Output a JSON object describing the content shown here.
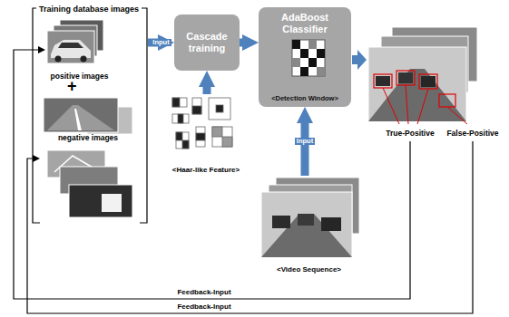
{
  "diagram": {
    "nodes": [
      {
        "text": [
          "Training database images"
        ]
      },
      {
        "text": [
          "positive images"
        ],
        "in": 0
      },
      {
        "text": [
          "negative images"
        ],
        "in": 0
      },
      {
        "text": [
          "Cascade training"
        ]
      },
      {
        "text": [
          "AdaBoost Classifier",
          "<Detection Window>"
        ]
      },
      {
        "text": [
          "<Haar-like Feature>"
        ]
      },
      {
        "text": [
          "<Video Sequence>"
        ]
      },
      {
        "text": [
          "True-Positive"
        ]
      },
      {
        "text": [
          "False-Positive"
        ]
      }
    ],
    "edges": [
      {
        "from": 0,
        "to": 3,
        "label": "Input",
        "arrow": "to"
      },
      {
        "from": 3,
        "to": 4,
        "arrow": "to"
      },
      {
        "from": 5,
        "to": 3,
        "arrow": "to"
      },
      {
        "from": 6,
        "to": 4,
        "label": "Input",
        "arrow": "to"
      },
      {
        "from": 7,
        "to": 1,
        "label": "Feedback-Input",
        "arrow": "to"
      },
      {
        "from": 8,
        "to": 2,
        "label": "Feedback-Input",
        "arrow": "to"
      }
    ],
    "labels": [
      "+"
    ]
  }
}
